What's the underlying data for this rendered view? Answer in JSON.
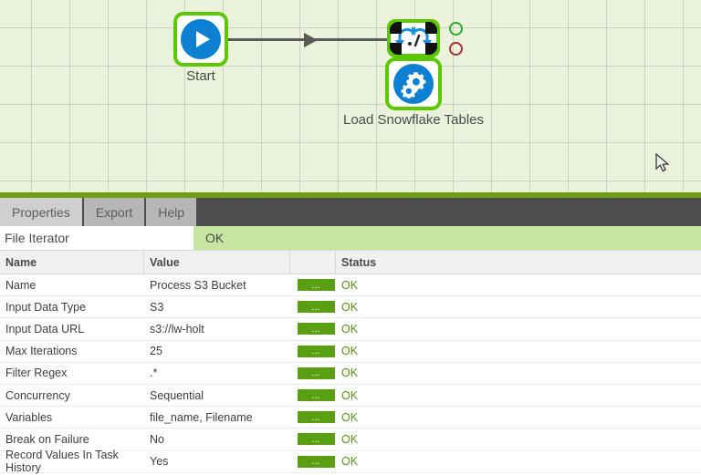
{
  "canvas": {
    "nodes": [
      {
        "id": "start",
        "label": "Start",
        "icon": "play-icon",
        "status_border": "#5cc800"
      },
      {
        "id": "iterator",
        "label": "",
        "icon": "loop-iterator-icon",
        "status_border": "#5cc800"
      },
      {
        "id": "task",
        "label": "Load Snowflake Tables",
        "icon": "gears-icon",
        "status_border": "#5cc800"
      }
    ],
    "status_dots": [
      {
        "name": "success-dot",
        "color": "#2eae2e"
      },
      {
        "name": "failure-dot",
        "color": "#a83232"
      }
    ],
    "colors": {
      "grid_background": "#eaf2dc",
      "node_border": "#5cc800",
      "icon_blue": "#0e80d2",
      "connector": "#5a5a5a"
    }
  },
  "tabs": [
    {
      "label": "Properties",
      "active": true
    },
    {
      "label": "Export",
      "active": false
    },
    {
      "label": "Help",
      "active": false
    }
  ],
  "panel": {
    "component_name": "File Iterator",
    "component_status": "OK",
    "status_color": "#c5e5a0"
  },
  "table": {
    "headers": [
      "Name",
      "Value",
      "",
      "Status"
    ],
    "button_label": "...",
    "rows": [
      {
        "name": "Name",
        "value": "Process S3 Bucket",
        "status": "OK"
      },
      {
        "name": "Input Data Type",
        "value": "S3",
        "status": "OK"
      },
      {
        "name": "Input Data URL",
        "value": "s3://lw-holt",
        "status": "OK"
      },
      {
        "name": "Max Iterations",
        "value": "25",
        "status": "OK"
      },
      {
        "name": "Filter Regex",
        "value": ".*",
        "status": "OK"
      },
      {
        "name": "Concurrency",
        "value": "Sequential",
        "status": "OK"
      },
      {
        "name": "Variables",
        "value": "file_name, Filename",
        "status": "OK"
      },
      {
        "name": "Break on Failure",
        "value": "No",
        "status": "OK"
      },
      {
        "name": "Record Values In Task History",
        "value": "Yes",
        "status": "OK"
      }
    ]
  }
}
